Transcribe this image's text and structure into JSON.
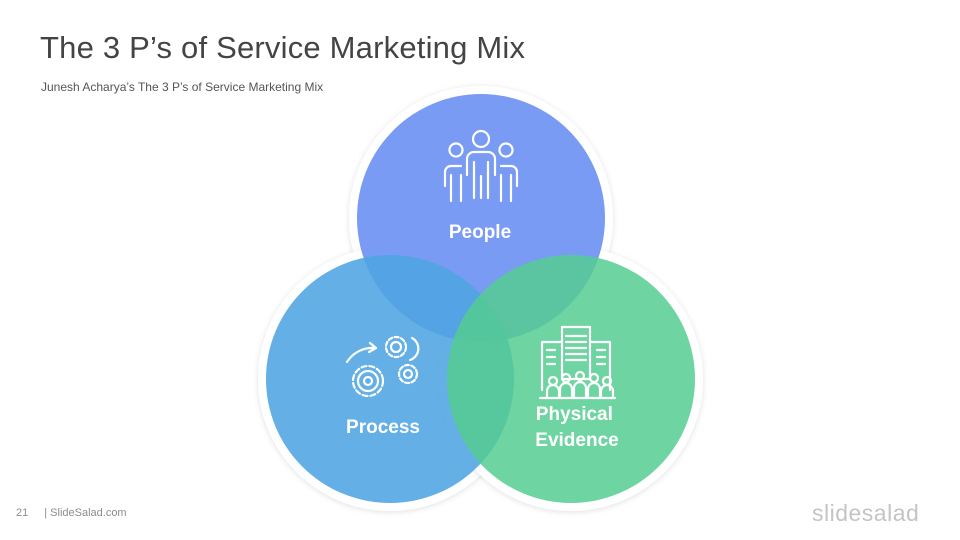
{
  "slide": {
    "title": "The 3 P’s of Service Marketing Mix",
    "subtitle": "Junesh Acharya’s The 3 P’s of Service Marketing Mix"
  },
  "diagram": {
    "circles": [
      {
        "label_lines": [
          "People"
        ],
        "color": "#6f93f2",
        "icon": "people-icon"
      },
      {
        "label_lines": [
          "Process"
        ],
        "color": "#4fa4e2",
        "icon": "gears-icon"
      },
      {
        "label_lines": [
          "Physical",
          "Evidence"
        ],
        "color": "#55cc90",
        "icon": "building-crowd-icon"
      }
    ]
  },
  "footer": {
    "page_number": "21",
    "site": "| SlideSalad.com",
    "brand": "slidesalad"
  }
}
